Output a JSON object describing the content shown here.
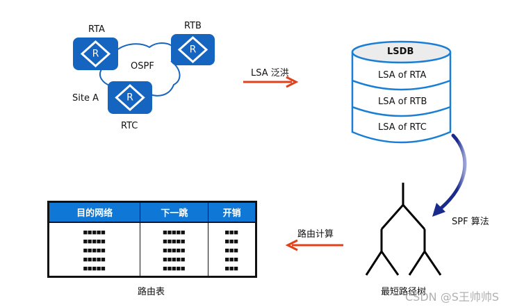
{
  "network": {
    "routers": [
      {
        "name": "RTA",
        "icon_letter": "R"
      },
      {
        "name": "RTB",
        "icon_letter": "R"
      },
      {
        "name": "RTC",
        "icon_letter": "R"
      }
    ],
    "cloud_label": "OSPF",
    "site_label": "Site A"
  },
  "flood_arrow": {
    "label": "LSA 泛洪",
    "color": "#e0401a"
  },
  "lsdb": {
    "title": "LSDB",
    "entries": [
      "LSA of RTA",
      "LSA of RTB",
      "LSA of RTC"
    ],
    "border_color": "#1a7fd4"
  },
  "spf_arrow": {
    "label": "SPF 算法",
    "color": "#1a2a8c"
  },
  "tree": {
    "label": "最短路径树"
  },
  "route_calc_arrow": {
    "label": "路由计算",
    "color": "#e0401a"
  },
  "routing_table": {
    "caption": "路由表",
    "headers": [
      "目的网络",
      "下一跳",
      "开销"
    ],
    "columns": [
      [
        "■■■■■",
        "■■■■■",
        "■■■■■",
        "■■■■■",
        "■■■■■"
      ],
      [
        "■■■■■",
        "■■■■■",
        "■■■■■",
        "■■■■■",
        "■■■■■"
      ],
      [
        "■■■",
        "■■■",
        "■■■",
        "■■■",
        "■■■"
      ]
    ],
    "header_color": "#0f78d6"
  },
  "watermark": "CSDN @S王帅帅S",
  "colors": {
    "router_blue": "#1565c0"
  }
}
